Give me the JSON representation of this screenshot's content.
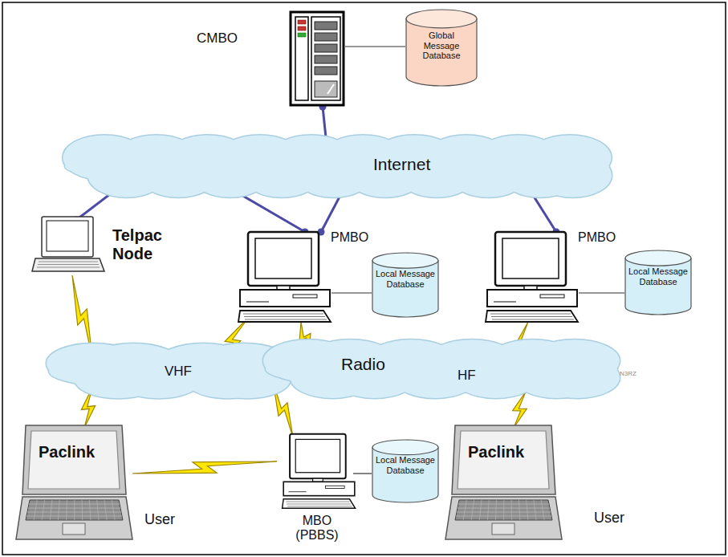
{
  "diagram": {
    "nodes": [
      {
        "text": [
          "CMBO"
        ]
      },
      {
        "text": [
          "Global Message Database"
        ]
      },
      {
        "text": [
          "Internet"
        ]
      },
      {
        "text": [
          "Telpac Node"
        ]
      },
      {
        "text": [
          "PMBO"
        ]
      },
      {
        "text": [
          "Local Message Database"
        ]
      },
      {
        "text": [
          "PMBO"
        ]
      },
      {
        "text": [
          "Local Message Database"
        ]
      },
      {
        "text": [
          "VHF"
        ]
      },
      {
        "text": [
          "Radio",
          "HF"
        ]
      },
      {
        "text": [
          "Paclink",
          "User"
        ]
      },
      {
        "text": [
          "MBO (PBBS)"
        ]
      },
      {
        "text": [
          "Local Message Database"
        ]
      },
      {
        "text": [
          "Paclink",
          "User"
        ]
      }
    ],
    "edges": [
      {
        "from": 0,
        "to": 2,
        "arrow": "none"
      },
      {
        "from": 2,
        "to": 3,
        "arrow": "none"
      },
      {
        "from": 2,
        "to": 4,
        "arrow": "none"
      },
      {
        "from": 2,
        "to": 4,
        "arrow": "none"
      },
      {
        "from": 2,
        "to": 6,
        "arrow": "none"
      },
      {
        "from": 3,
        "to": 8,
        "arrow": "none"
      },
      {
        "from": 4,
        "to": 8,
        "arrow": "none"
      },
      {
        "from": 4,
        "to": 9,
        "arrow": "none"
      },
      {
        "from": 6,
        "to": 9,
        "arrow": "none"
      },
      {
        "from": 8,
        "to": 10,
        "arrow": "none"
      },
      {
        "from": 8,
        "to": 11,
        "arrow": "none"
      },
      {
        "from": 10,
        "to": 11,
        "arrow": "none"
      },
      {
        "from": 9,
        "to": 13,
        "arrow": "none"
      },
      {
        "from": 0,
        "to": 1,
        "arrow": "none"
      },
      {
        "from": 4,
        "to": 5,
        "arrow": "none"
      },
      {
        "from": 6,
        "to": 7,
        "arrow": "none"
      },
      {
        "from": 11,
        "to": 12,
        "arrow": "none"
      }
    ],
    "labels": [
      "N3RZ"
    ]
  }
}
